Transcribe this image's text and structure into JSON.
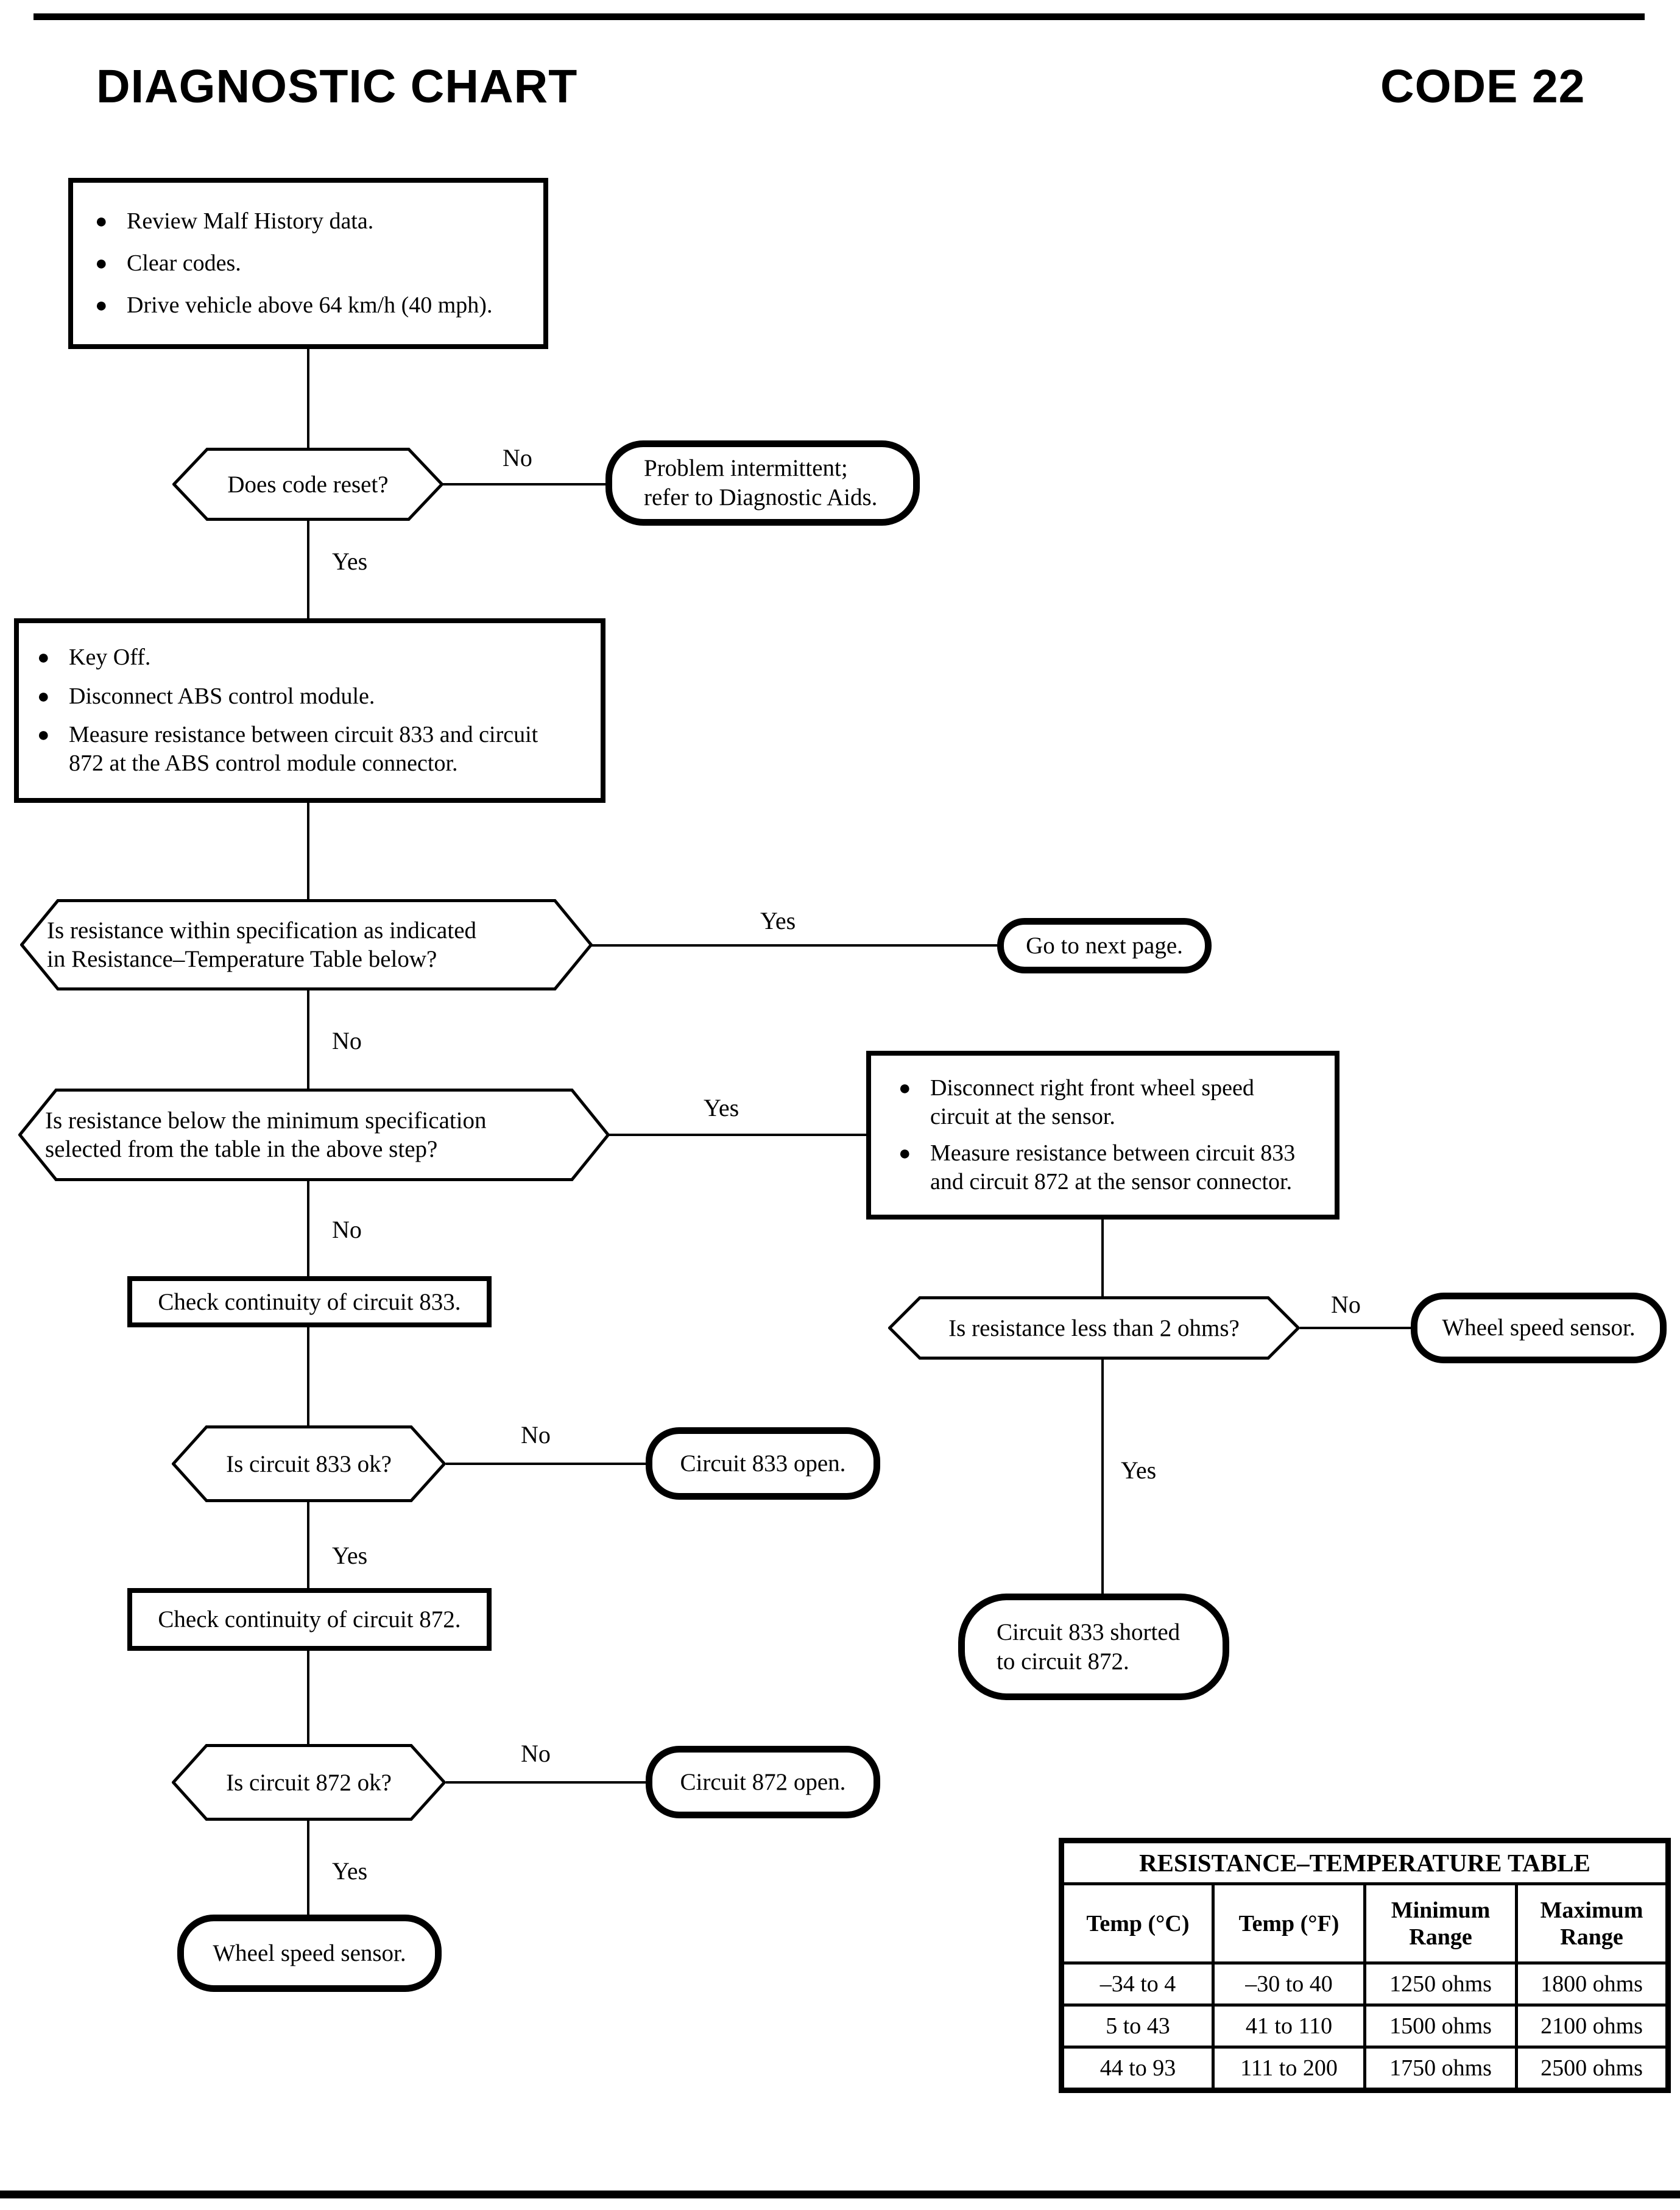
{
  "page": {
    "title": "DIAGNOSTIC CHART",
    "code": "CODE 22"
  },
  "labels": {
    "yes": "Yes",
    "no": "No"
  },
  "nodes": {
    "start": {
      "items": [
        "Review Malf History data.",
        "Clear codes.",
        "Drive vehicle above 64 km/h (40 mph)."
      ]
    },
    "q_code_reset": {
      "text": "Does code reset?"
    },
    "t_intermittent": {
      "line1": "Problem intermittent;",
      "line2": "refer to Diagnostic Aids."
    },
    "key_off": {
      "items": [
        "Key Off.",
        "Disconnect ABS control module.",
        "Measure resistance between circuit 833 and circuit 872 at the ABS control module connector."
      ]
    },
    "q_within_spec": {
      "line1": "Is resistance within specification as indicated",
      "line2": "in Resistance–Temperature Table below?"
    },
    "t_next_page": {
      "text": "Go to next page."
    },
    "q_below_min": {
      "line1": "Is resistance below the minimum specification",
      "line2": "selected from the table in the above step?"
    },
    "sensor_box": {
      "items": [
        "Disconnect right front wheel speed circuit at the sensor.",
        "Measure resistance between circuit 833 and circuit 872 at the sensor connector."
      ]
    },
    "check_833": {
      "text": "Check continuity of circuit 833."
    },
    "q_less_2_ohms": {
      "text": "Is resistance less than 2 ohms?"
    },
    "t_wss_right": {
      "text": "Wheel speed sensor."
    },
    "q_833_ok": {
      "text": "Is circuit 833 ok?"
    },
    "t_833_open": {
      "text": "Circuit 833 open."
    },
    "t_833_shorted": {
      "line1": "Circuit 833 shorted",
      "line2": "to circuit 872."
    },
    "check_872": {
      "text": "Check continuity of circuit 872."
    },
    "q_872_ok": {
      "text": "Is circuit 872 ok?"
    },
    "t_872_open": {
      "text": "Circuit 872 open."
    },
    "t_wss_bottom": {
      "text": "Wheel speed sensor."
    }
  },
  "table": {
    "title": "RESISTANCE–TEMPERATURE TABLE",
    "headers": [
      "Temp (°C)",
      "Temp (°F)",
      "Minimum Range",
      "Maximum Range"
    ],
    "rows": [
      [
        "–34 to 4",
        "–30 to 40",
        "1250 ohms",
        "1800 ohms"
      ],
      [
        "5 to 43",
        "41 to 110",
        "1500 ohms",
        "2100 ohms"
      ],
      [
        "44 to 93",
        "111 to 200",
        "1750 ohms",
        "2500 ohms"
      ]
    ]
  },
  "colors": {
    "ink": "#000000",
    "paper": "#ffffff"
  }
}
